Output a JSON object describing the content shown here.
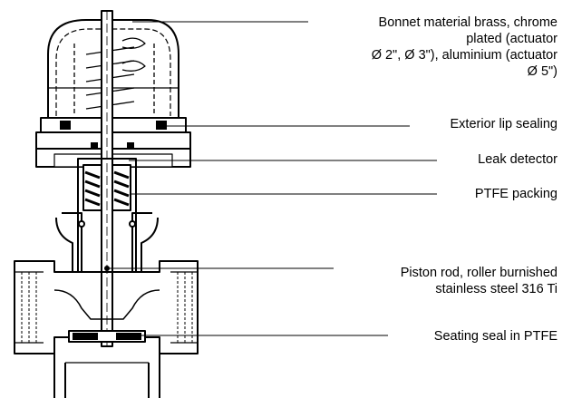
{
  "labels": {
    "bonnet": [
      "Bonnet material brass, chrome",
      "plated (actuator",
      "Ø 2\", Ø 3\"), aluminium (actuator",
      "Ø 5\")"
    ],
    "lip_sealing": "Exterior lip sealing",
    "leak_detector": "Leak detector",
    "ptfe_packing": "PTFE packing",
    "piston_rod": [
      "Piston rod, roller burnished",
      "stainless steel 316 Ti"
    ],
    "seating_seal": "Seating seal in PTFE"
  }
}
